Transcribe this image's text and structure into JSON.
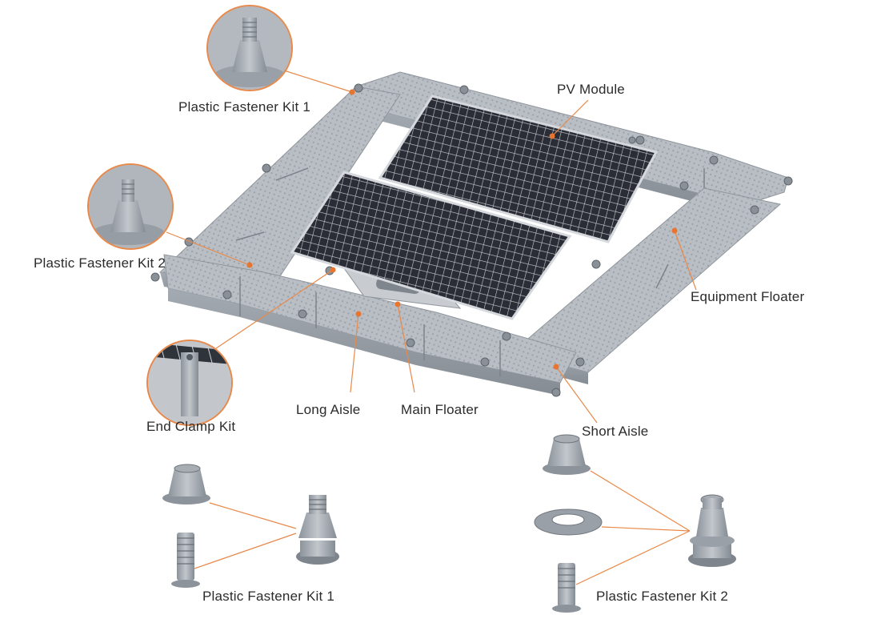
{
  "labels": {
    "fastener_kit_1_top": "Plastic Fastener Kit 1",
    "fastener_kit_2_left": "Plastic Fastener Kit 2",
    "pv_module": "PV Module",
    "equipment_floater": "Equipment Floater",
    "end_clamp_kit": "End Clamp Kit",
    "long_aisle": "Long Aisle",
    "main_floater": "Main Floater",
    "short_aisle": "Short Aisle",
    "fastener_kit_1_bottom": "Plastic Fastener Kit 1",
    "fastener_kit_2_bottom": "Plastic Fastener Kit 2"
  },
  "colors": {
    "leader_line": "#e8894a",
    "leader_dot": "#e8752f",
    "floater": "#b9bec4",
    "floater_dark": "#8f959c",
    "pv_cell": "#2a2d35",
    "pv_grid": "#c9ccd2",
    "callout_ring": "#e8894a"
  }
}
